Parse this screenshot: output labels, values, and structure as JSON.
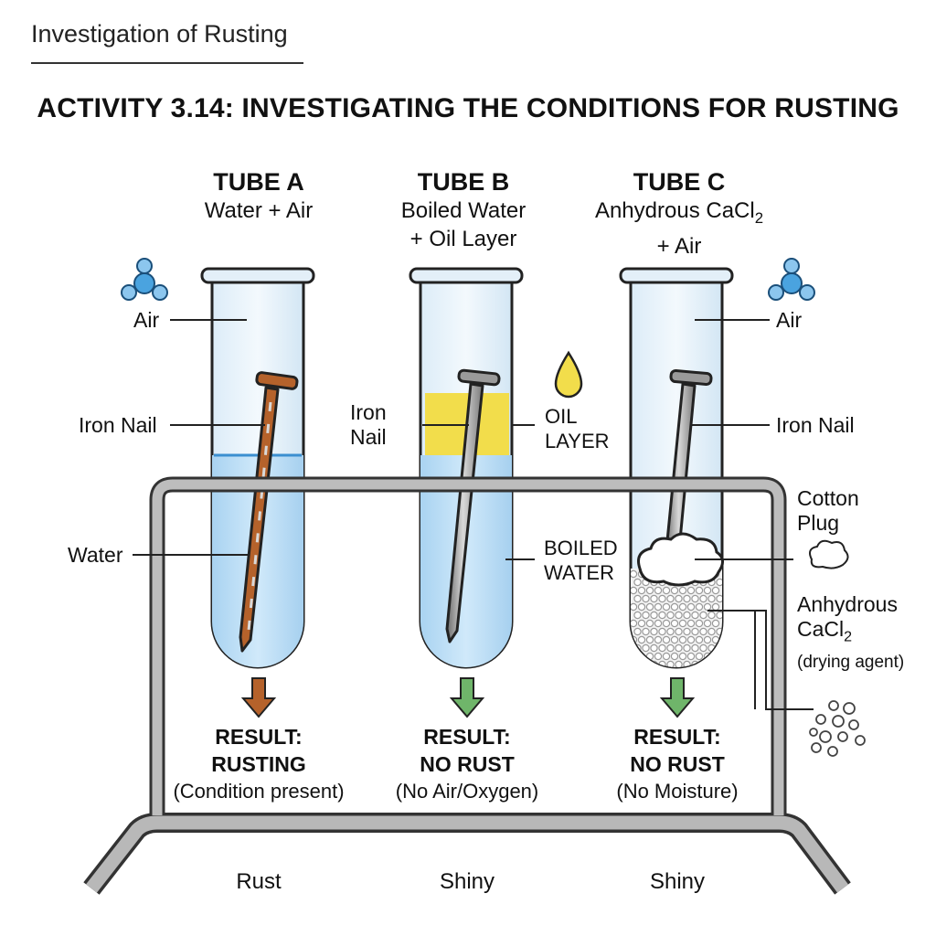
{
  "header": {
    "title": "Investigation of Rusting"
  },
  "activity_title": "ACTIVITY 3.14: INVESTIGATING THE CONDITIONS FOR RUSTING",
  "tubes": [
    {
      "name": "TUBE A",
      "condition": "Water + Air",
      "labels": {
        "air": "Air",
        "nail": "Iron Nail",
        "water": "Water"
      },
      "result_heading": "RESULT:",
      "result": "RUSTING",
      "result_note": "(Condition present)",
      "appearance": "Rust",
      "arrow_color": "#b5622b"
    },
    {
      "name": "TUBE B",
      "condition_line1": "Boiled Water",
      "condition_line2": "+ Oil Layer",
      "labels": {
        "nail_line1": "Iron",
        "nail_line2": "Nail",
        "oil_line1": "OIL",
        "oil_line2": "LAYER",
        "water_line1": "BOILED",
        "water_line2": "WATER"
      },
      "result_heading": "RESULT:",
      "result": "NO RUST",
      "result_note": "(No Air/Oxygen)",
      "appearance": "Shiny",
      "arrow_color": "#6fb56a"
    },
    {
      "name": "TUBE C",
      "condition_line1_prefix": "Anhydrous CaCl",
      "condition_line1_sub": "2",
      "condition_line2": "+ Air",
      "labels": {
        "air": "Air",
        "nail": "Iron Nail",
        "cotton_line1": "Cotton",
        "cotton_line2": "Plug",
        "agent_line1": "Anhydrous",
        "agent_line2_prefix": "CaCl",
        "agent_line2_sub": "2",
        "agent_line3": "(drying agent)"
      },
      "result_heading": "RESULT:",
      "result": "NO RUST",
      "result_note": "(No Moisture)",
      "appearance": "Shiny",
      "arrow_color": "#6fb56a"
    }
  ],
  "colors": {
    "water": "#bcdff5",
    "oil": "#f2dd4b",
    "rust": "#b5622b",
    "stand": "#b8b8b8",
    "molecule": "#4aa3df"
  }
}
